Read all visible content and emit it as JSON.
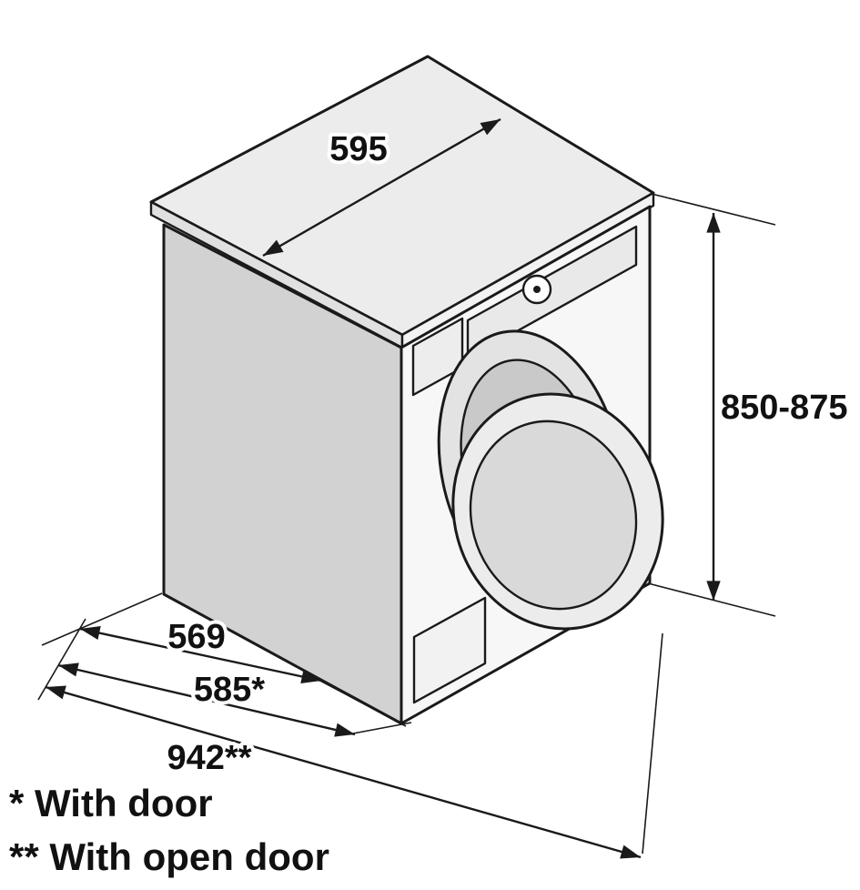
{
  "diagram": {
    "dimension_labels": {
      "top_width": "595",
      "height": "850-875",
      "depth": "569",
      "depth_with_door": "585*",
      "depth_with_open_door": "942**"
    },
    "footnotes": {
      "with_door": "* With door",
      "with_open_door": "** With open door"
    },
    "colors": {
      "line": "#1a1a1a",
      "background": "#ffffff",
      "top_face": "#ececec",
      "top_lip_left": "#e0e0e0",
      "top_lip_front": "#f2f2f2",
      "left_face": "#d2d2d2",
      "front_face": "#f7f7f7",
      "panel_display": "#e9e9e9",
      "detergent_drawer": "#ededed",
      "service_hatch": "#f2f2f2",
      "porthole_ring": "#e3e3e3",
      "porthole_inner": "#c9c9c9",
      "door_glass": "#ececec",
      "door_glass_inner": "#d9d9d9",
      "knob_fill": "#ffffff",
      "knob_marker": "#1a1a1a"
    }
  }
}
